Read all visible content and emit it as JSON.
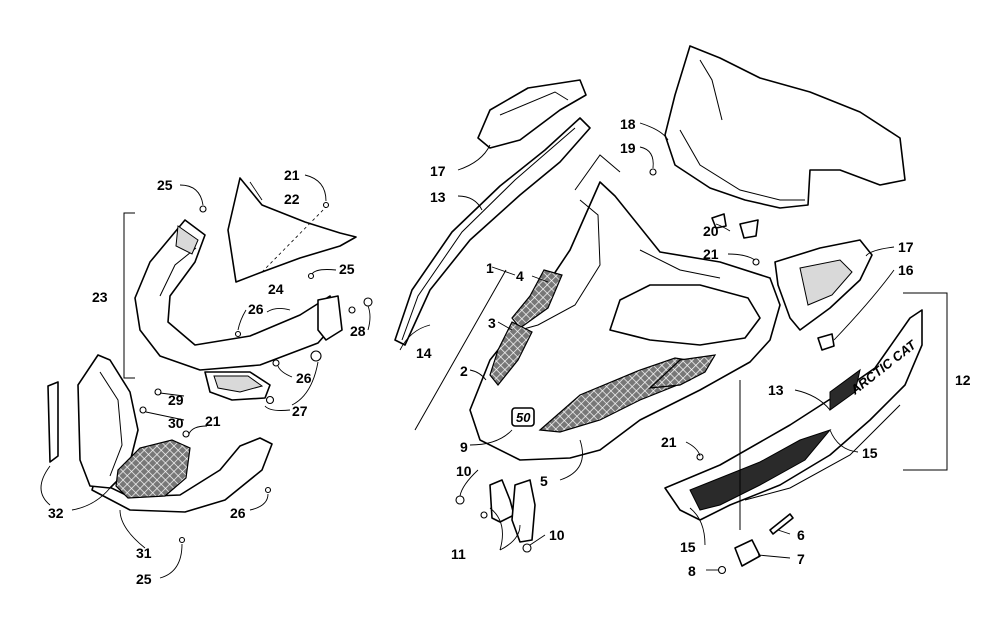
{
  "diagram": {
    "decal_text": "ARCTIC CAT",
    "badge_text": "50",
    "callouts": {
      "c1": "1",
      "c2": "2",
      "c3": "3",
      "c4": "4",
      "c5": "5",
      "c6": "6",
      "c7": "7",
      "c8": "8",
      "c9": "9",
      "c10a": "10",
      "c10b": "10",
      "c11": "11",
      "c12": "12",
      "c13a": "13",
      "c13b": "13",
      "c14": "14",
      "c15a": "15",
      "c15b": "15",
      "c16": "16",
      "c17a": "17",
      "c17b": "17",
      "c18": "18",
      "c19": "19",
      "c20": "20",
      "c21a": "21",
      "c21b": "21",
      "c21c": "21",
      "c21d": "21",
      "c22": "22",
      "c23": "23",
      "c24": "24",
      "c25a": "25",
      "c25b": "25",
      "c25c": "25",
      "c26a": "26",
      "c26b": "26",
      "c26c": "26",
      "c27": "27",
      "c28": "28",
      "c29": "29",
      "c30": "30",
      "c31": "31",
      "c32": "32"
    }
  }
}
